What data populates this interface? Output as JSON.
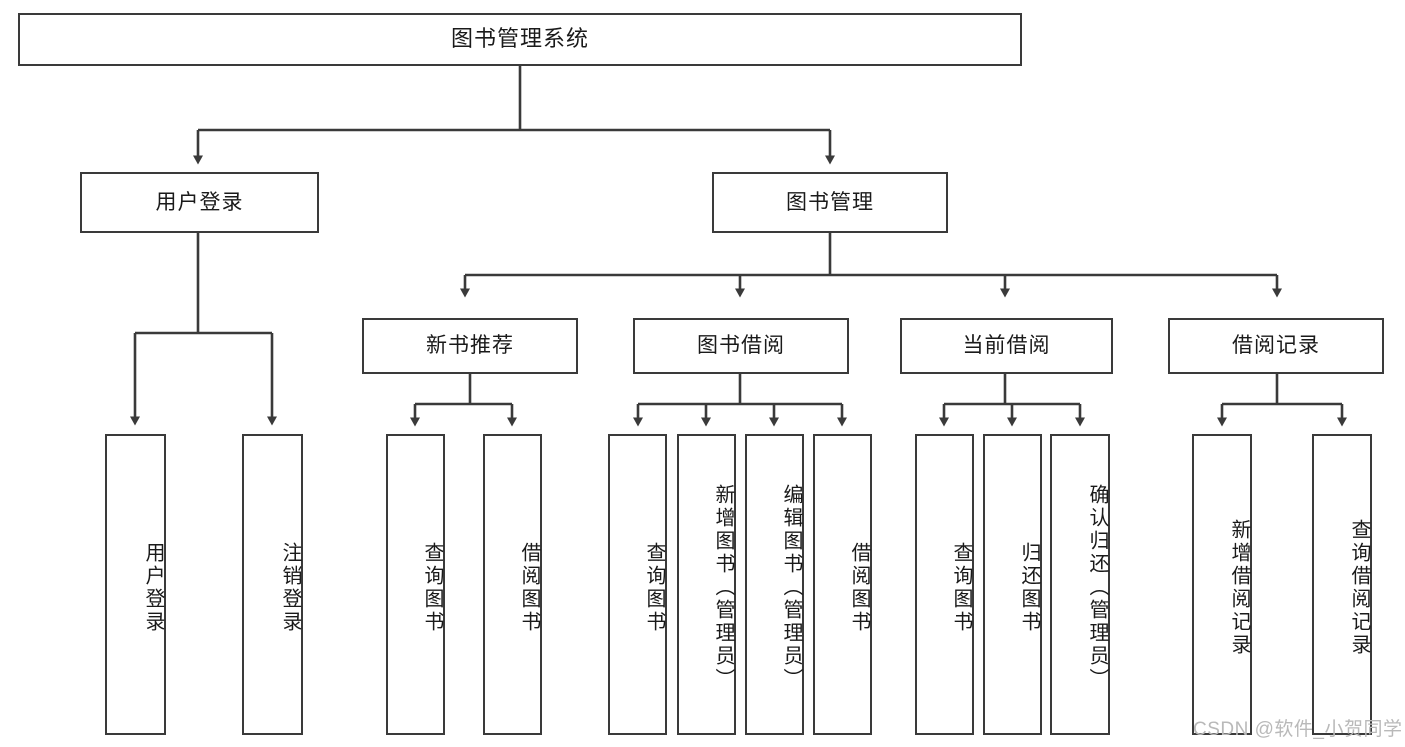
{
  "diagram": {
    "title": "图书管理系统",
    "type": "tree-hierarchy",
    "stroke_color": "#3a3a3a",
    "fill_color": "#ffffff",
    "text_color": "#1a1a1a",
    "root": {
      "label": "图书管理系统"
    },
    "level2": [
      {
        "label": "用户登录"
      },
      {
        "label": "图书管理"
      }
    ],
    "level3": [
      {
        "label": "新书推荐"
      },
      {
        "label": "图书借阅"
      },
      {
        "label": "当前借阅"
      },
      {
        "label": "借阅记录"
      }
    ],
    "leaves": {
      "user_login": [
        {
          "label": "用户登录"
        },
        {
          "label": "注销登录"
        }
      ],
      "new_book_recommend": [
        {
          "label": "查询图书"
        },
        {
          "label": "借阅图书"
        }
      ],
      "book_borrow": [
        {
          "label": "查询图书"
        },
        {
          "label": "新增图书（管理员）"
        },
        {
          "label": "编辑图书（管理员）"
        },
        {
          "label": "借阅图书"
        }
      ],
      "current_borrow": [
        {
          "label": "查询图书"
        },
        {
          "label": "归还图书"
        },
        {
          "label": "确认归还（管理员）"
        }
      ],
      "borrow_record": [
        {
          "label": "新增借阅记录"
        },
        {
          "label": "查询借阅记录"
        }
      ]
    }
  },
  "watermark": {
    "text": "CSDN @软件_小贺同学"
  }
}
